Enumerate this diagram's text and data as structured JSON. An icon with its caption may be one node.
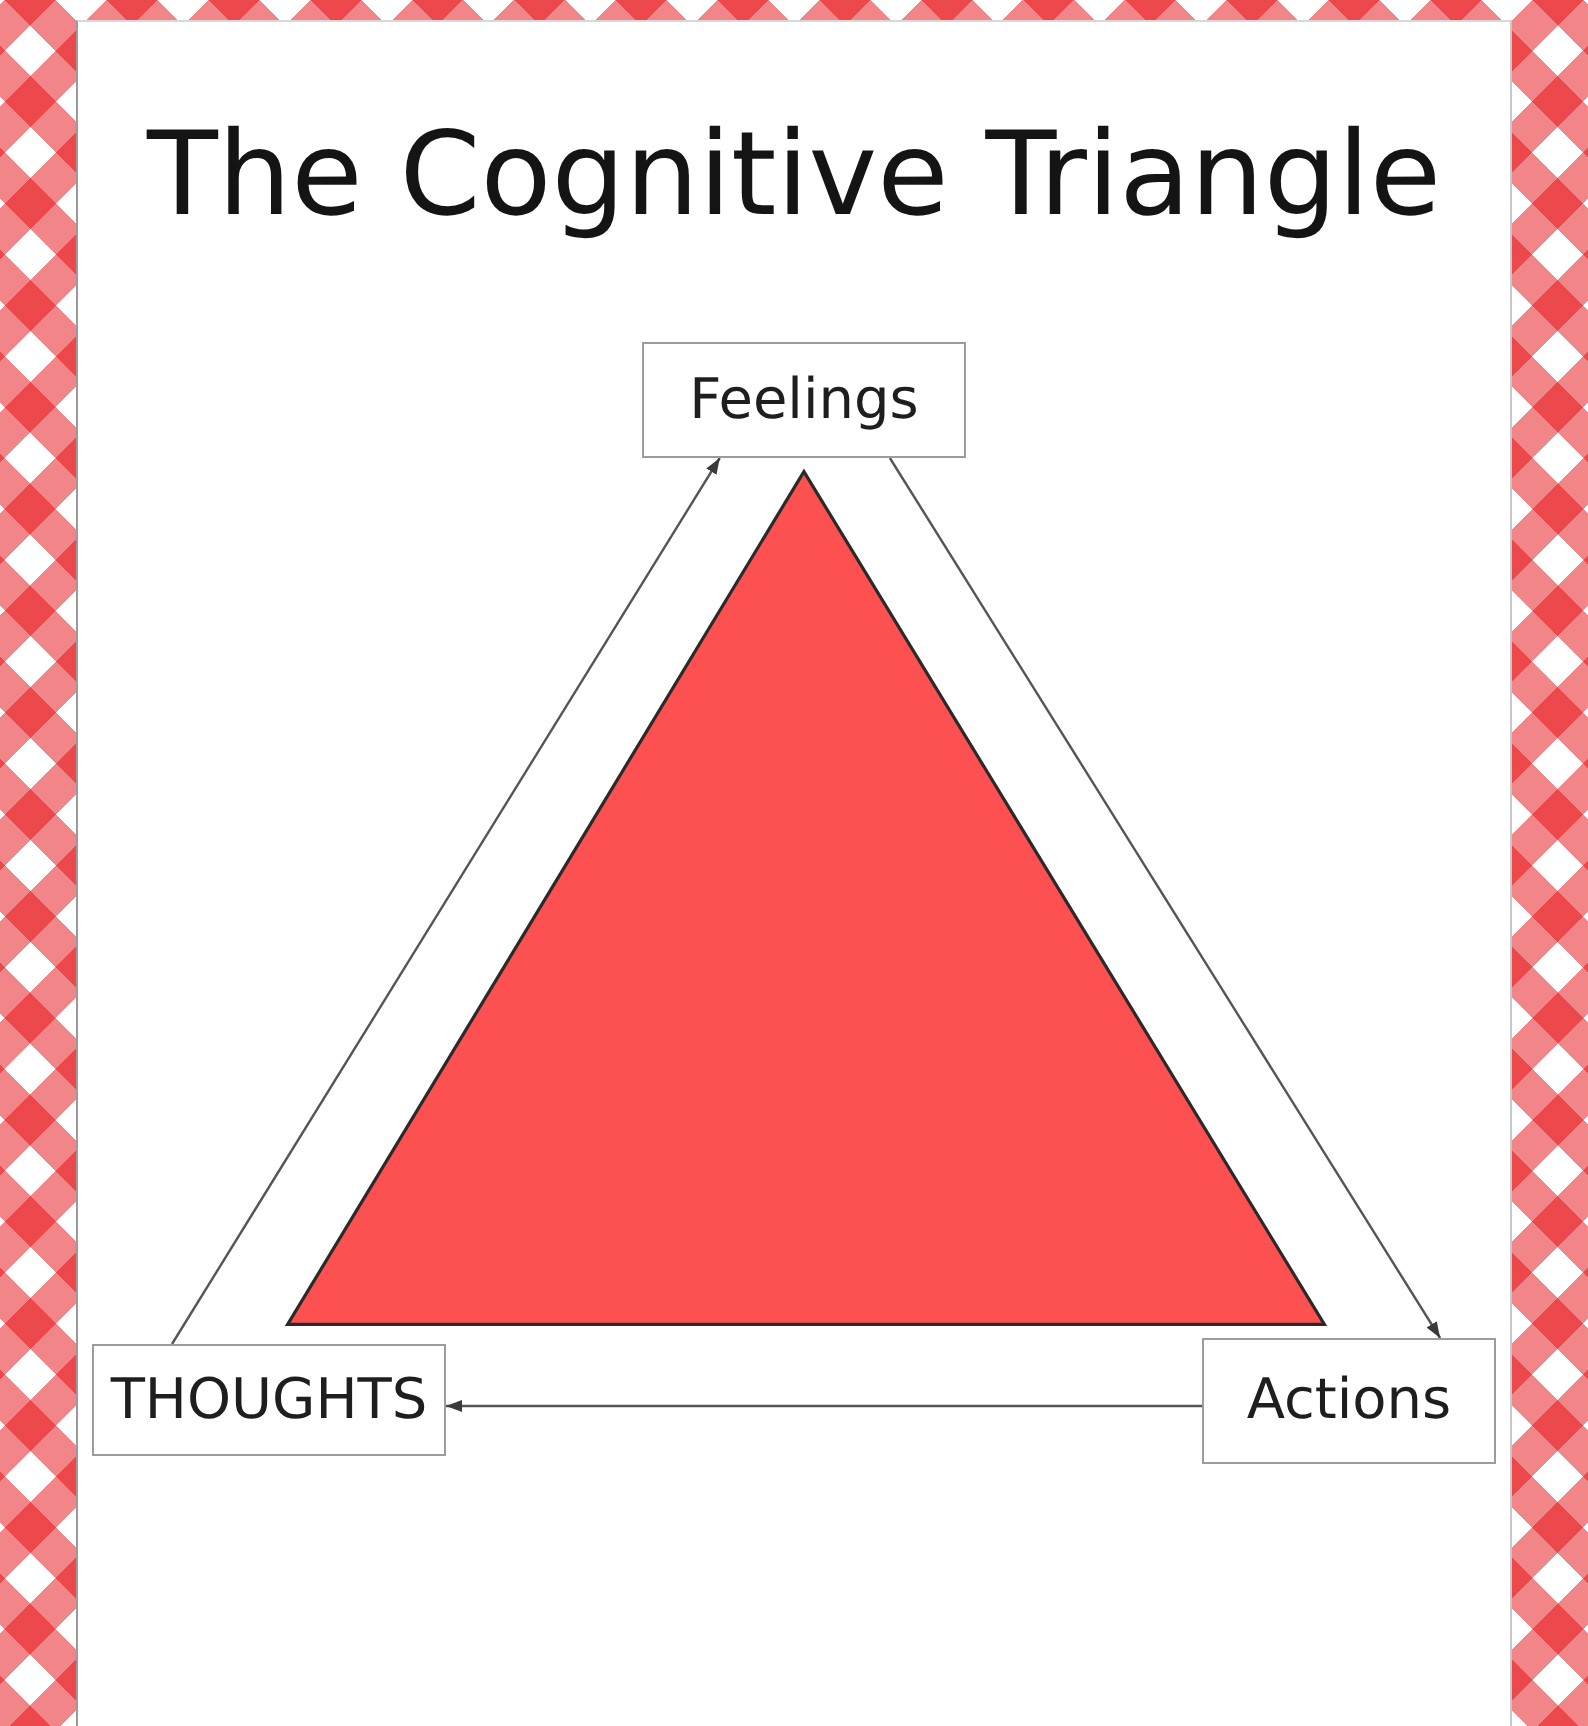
{
  "diagram": {
    "title": "The Cognitive Triangle",
    "nodes": [
      {
        "text": [
          "Feelings"
        ]
      },
      {
        "text": [],
        "shape": "triangle"
      },
      {
        "text": [
          "THOUGHTS"
        ]
      },
      {
        "text": [
          "Actions"
        ]
      }
    ],
    "edges": [
      {
        "from": 2,
        "to": 0,
        "arrow": "to"
      },
      {
        "from": 0,
        "to": 3,
        "arrow": "to"
      },
      {
        "from": 3,
        "to": 2,
        "arrow": "to"
      }
    ]
  }
}
